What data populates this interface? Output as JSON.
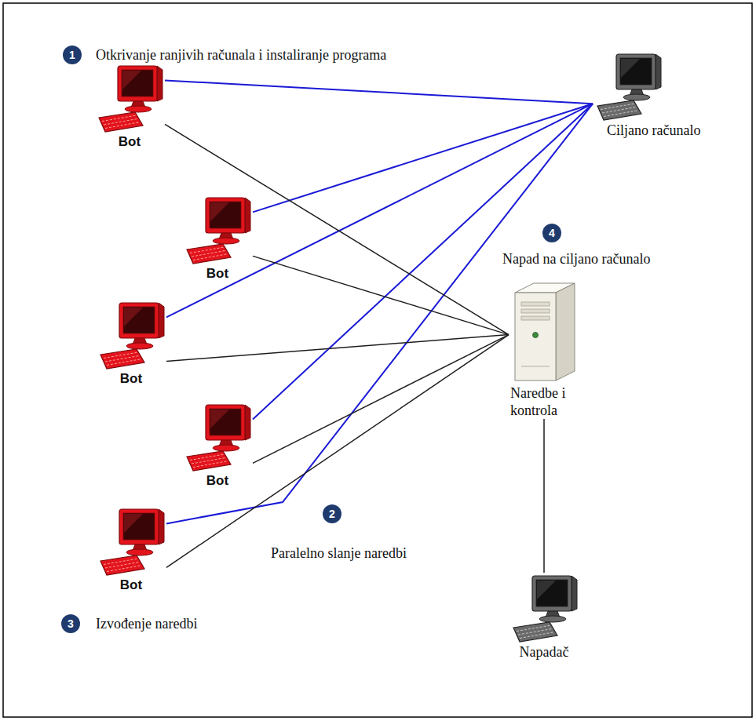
{
  "diagram": {
    "nodes": [
      {
        "text": [
          "Bot"
        ]
      },
      {
        "text": [
          "Ciljano računalo"
        ]
      },
      {
        "text": [
          "Bot"
        ]
      },
      {
        "text": [
          "Bot"
        ]
      },
      {
        "text": [
          "Naredbe i kontrola"
        ]
      },
      {
        "text": [
          "Bot"
        ]
      },
      {
        "text": [
          "Bot"
        ]
      },
      {
        "text": [
          "Napadač"
        ]
      }
    ],
    "edges": [
      {
        "from": 0,
        "to": 1,
        "arrow": "none"
      },
      {
        "from": 2,
        "to": 1,
        "arrow": "none"
      },
      {
        "from": 3,
        "to": 1,
        "arrow": "none"
      },
      {
        "from": 5,
        "to": 1,
        "arrow": "none"
      },
      {
        "from": 6,
        "to": 1,
        "arrow": "none"
      },
      {
        "from": 0,
        "to": 4,
        "arrow": "none"
      },
      {
        "from": 2,
        "to": 4,
        "arrow": "none"
      },
      {
        "from": 3,
        "to": 4,
        "arrow": "none"
      },
      {
        "from": 5,
        "to": 4,
        "arrow": "none"
      },
      {
        "from": 6,
        "to": 4,
        "arrow": "none"
      },
      {
        "from": 4,
        "to": 7,
        "arrow": "none"
      }
    ],
    "labels": [
      "1",
      "Otkrivanje ranjivih računala i instaliranje programa",
      "4",
      "Napad na ciljano računalo",
      "2",
      "Paralelno slanje naredbi",
      "3",
      "Izvođenje naredbi"
    ]
  }
}
